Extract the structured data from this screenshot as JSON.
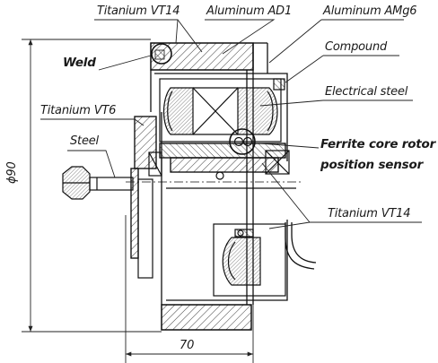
{
  "labels": {
    "titanium_vt14_top": "Titanium VT14",
    "aluminum_ad1": "Aluminum AD1",
    "aluminum_amg6": "Aluminum AMg6",
    "compound": "Compound",
    "weld": "Weld",
    "electrical_steel": "Electrical steel",
    "titanium_vt6": "Titanium VT6",
    "steel": "Steel",
    "ferrite_line1": "Ferrite core rotor",
    "ferrite_line2": "position sensor",
    "titanium_vt14_bottom": "Titanium VT14"
  },
  "dimensions": {
    "height_label": "ϕ90",
    "width_label": "70"
  }
}
